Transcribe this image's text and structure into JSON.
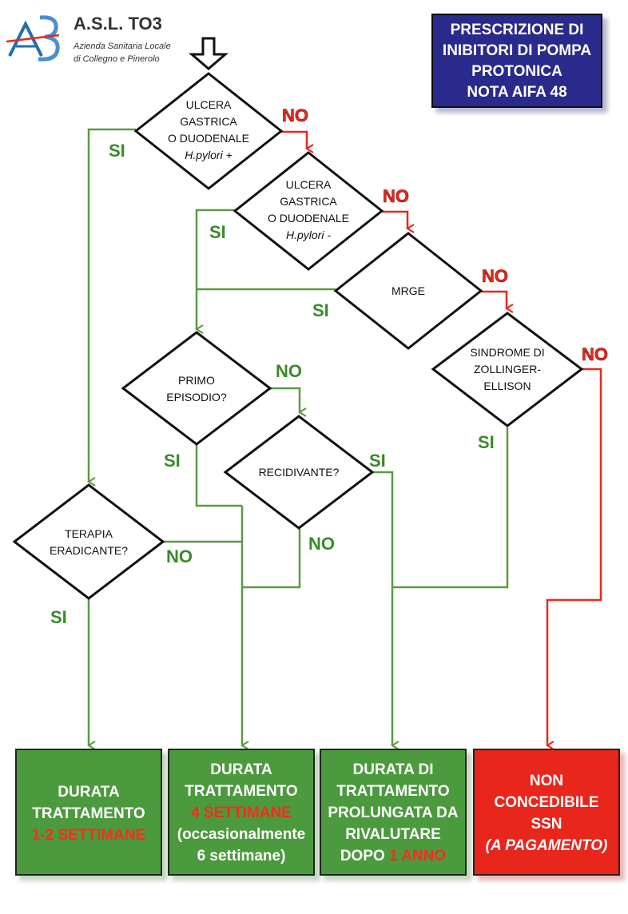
{
  "logo": {
    "org": "A.S.L. TO3",
    "line1": "Azienda Sanitaria Locale",
    "line2": "di Collegno e Pinerolo"
  },
  "title": {
    "lines": [
      "PRESCRIZIONE DI",
      "INIBITORI DI POMPA",
      "PROTONICA",
      "NOTA AIFA 48"
    ]
  },
  "colors": {
    "green": "#5a9a45",
    "red": "#e8281c",
    "box_green": "#4c9a3c",
    "box_red": "#e8281c",
    "title_bg": "#2a2a8c"
  },
  "labels": {
    "si": "SI",
    "no": "NO"
  },
  "nodes": {
    "ulcer_hp_pos": {
      "lines": [
        "ULCERA",
        "GASTRICA",
        "O DUODENALE"
      ],
      "italic": "H.pylori +"
    },
    "ulcer_hp_neg": {
      "lines": [
        "ULCERA",
        "GASTRICA",
        "O DUODENALE"
      ],
      "italic": "H.pylori -"
    },
    "mrge": {
      "lines": [
        "MRGE"
      ]
    },
    "zollinger": {
      "lines": [
        "SINDROME DI",
        "ZOLLINGER-",
        "ELLISON"
      ]
    },
    "primo": {
      "lines": [
        "PRIMO",
        "EPISODIO?"
      ]
    },
    "recidivante": {
      "lines": [
        "RECIDIVANTE?"
      ]
    },
    "terapia": {
      "lines": [
        "TERAPIA",
        "ERADICANTE?"
      ]
    }
  },
  "outcomes": {
    "box1": {
      "l1": "DURATA",
      "l2": "TRATTAMENTO",
      "l3": "1-2 SETTIMANE"
    },
    "box2": {
      "l1": "DURATA",
      "l2": "TRATTAMENTO",
      "l3": "4 SETTIMANE",
      "l4": "(occasionalmente",
      "l5": "6 settimane)"
    },
    "box3": {
      "l1": "DURATA DI",
      "l2": "TRATTAMENTO",
      "l3": "PROLUNGATA DA",
      "l4": "RIVALUTARE",
      "l5a": "DOPO ",
      "l5b": "1 ANNO"
    },
    "box4": {
      "l1": "NON",
      "l2": "CONCEDIBILE",
      "l3": "SSN",
      "l4": "(A PAGAMENTO)"
    }
  }
}
